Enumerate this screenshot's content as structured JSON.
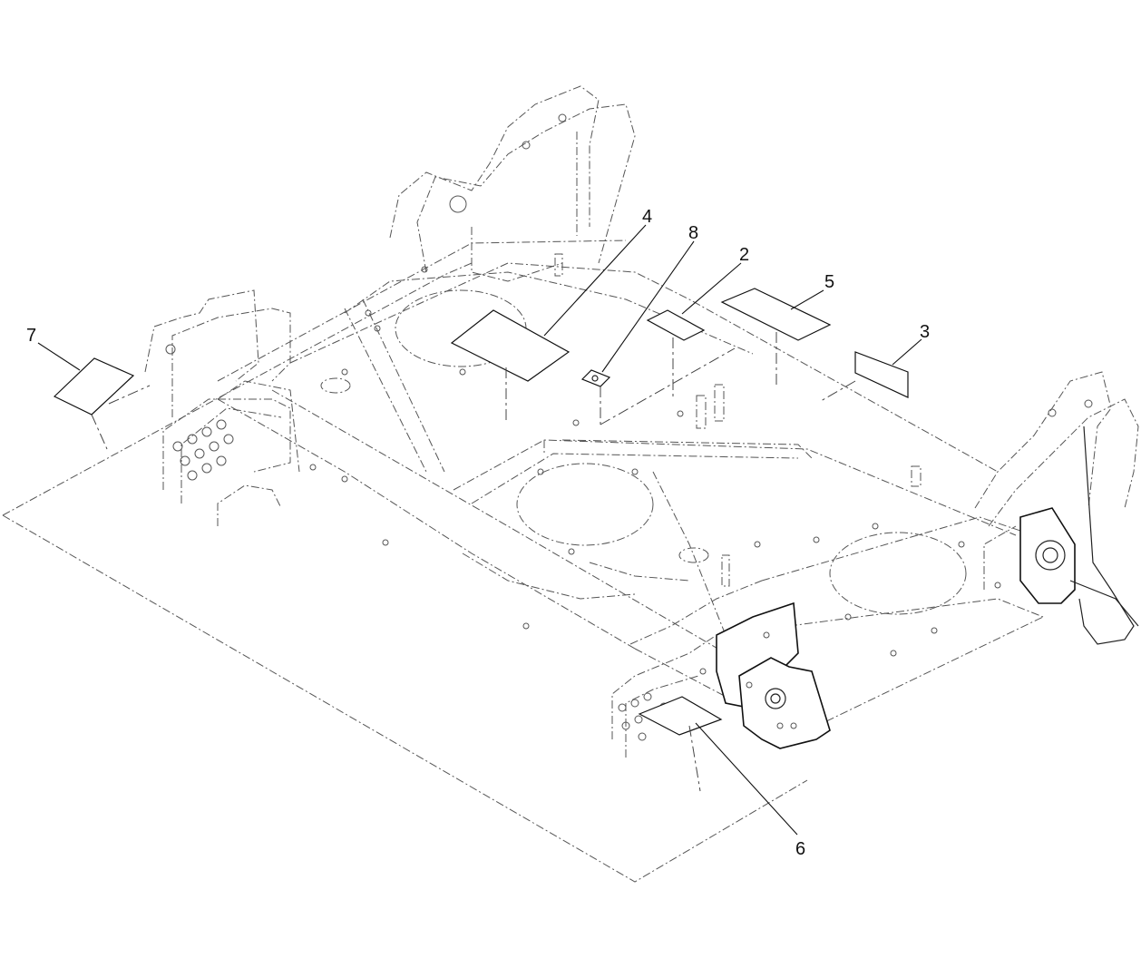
{
  "diagram": {
    "callouts": [
      {
        "id": "c7",
        "label": "7"
      },
      {
        "id": "c4",
        "label": "4"
      },
      {
        "id": "c8",
        "label": "8"
      },
      {
        "id": "c2",
        "label": "2"
      },
      {
        "id": "c5",
        "label": "5"
      },
      {
        "id": "c3",
        "label": "3"
      },
      {
        "id": "c6",
        "label": "6"
      }
    ]
  },
  "colors": {
    "line": "#222222",
    "background": "#ffffff"
  }
}
